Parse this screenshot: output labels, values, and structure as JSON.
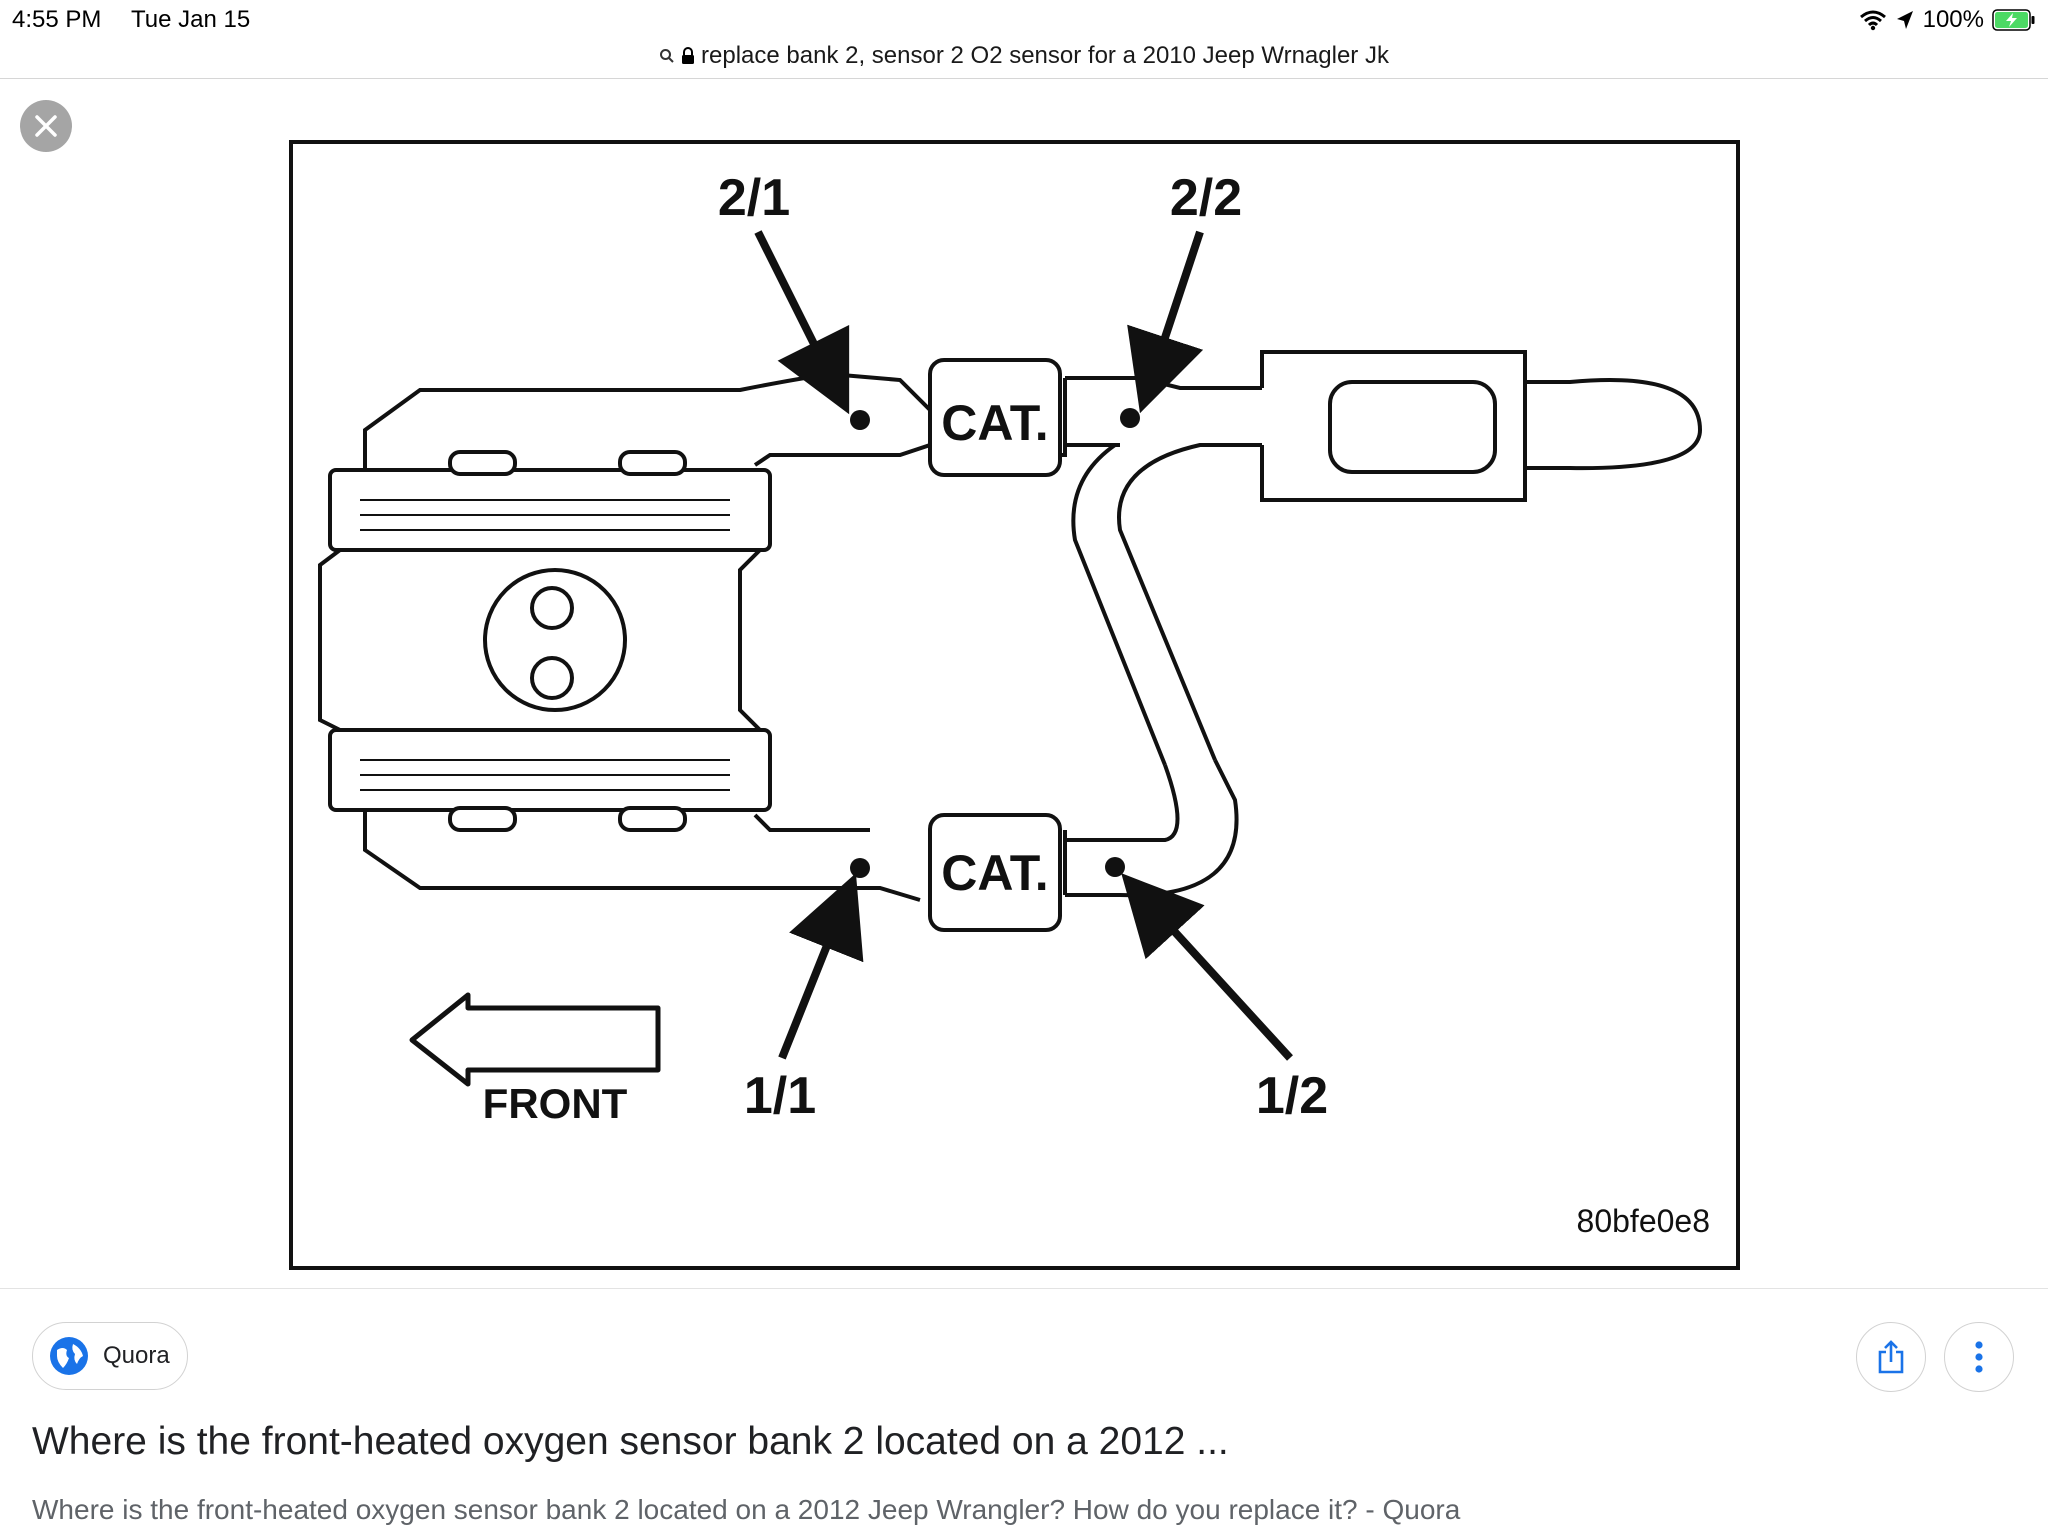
{
  "status_bar": {
    "time": "4:55 PM",
    "date": "Tue Jan 15",
    "battery_percent": "100%",
    "battery_color": "#4cd964"
  },
  "address_bar": {
    "query": "replace bank 2, sensor 2 O2 sensor for a 2010 Jeep Wrnagler Jk",
    "icons": [
      "search-icon",
      "lock-icon"
    ]
  },
  "close_button": {
    "icon": "close-icon"
  },
  "diagram": {
    "labels": {
      "sensor_2_1": "2/1",
      "sensor_2_2": "2/2",
      "sensor_1_1": "1/1",
      "sensor_1_2": "1/2",
      "cat_top": "CAT.",
      "cat_bottom": "CAT.",
      "front": "FRONT",
      "figure_code": "80bfe0e8"
    }
  },
  "result": {
    "source": "Quora",
    "title": "Where is the front-heated oxygen sensor bank 2 located on a 2012 ...",
    "description": "Where is the front-heated oxygen sensor bank 2 located on a 2012 Jeep Wrangler? How do you replace it? - Quora",
    "accent_color": "#1a73e8"
  }
}
